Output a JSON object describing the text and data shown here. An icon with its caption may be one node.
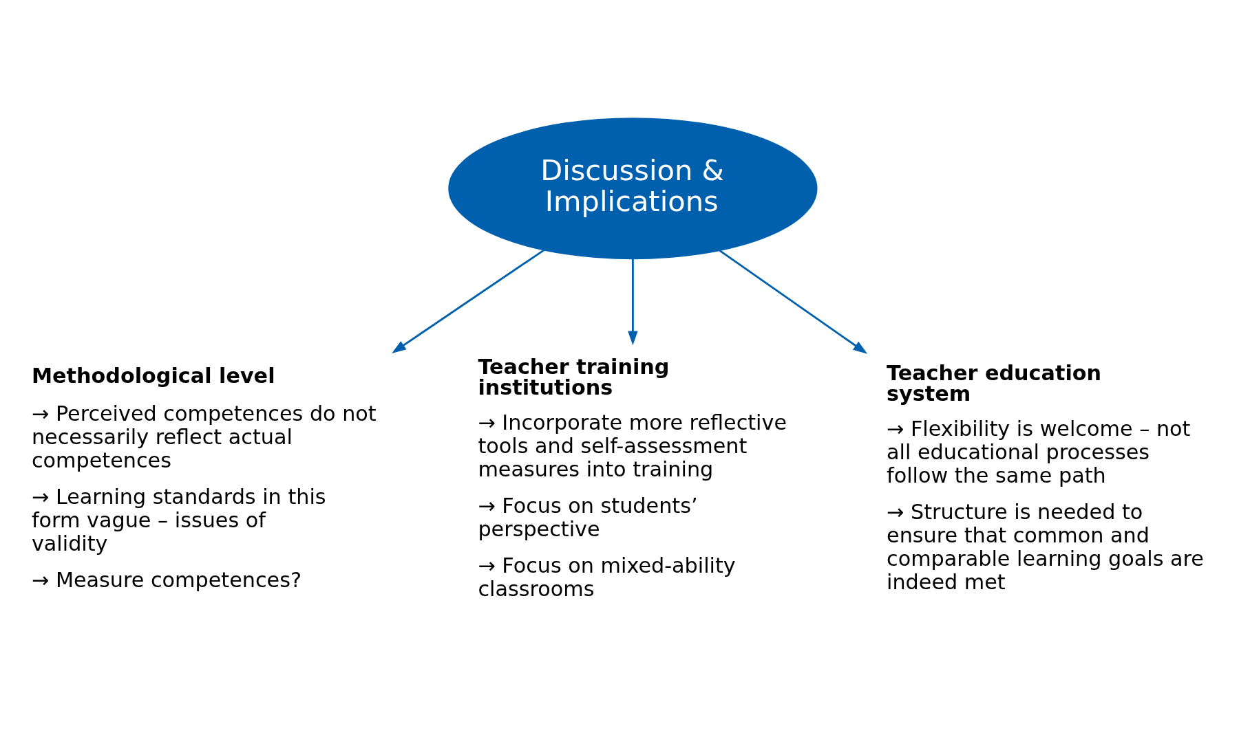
{
  "diagram": {
    "nodes": [
      {
        "text": [
          "Discussion & Implications"
        ]
      },
      {
        "text": [
          "Methodological level",
          "→ Perceived competences do not necessarily reflect actual competences",
          "→ Learning standards in this form vague – issues of validity",
          "→ Measure competences?"
        ]
      },
      {
        "text": [
          "Teacher training institutions",
          "→ Incorporate more reflective tools and self-assessment measures into training",
          "→ Focus on students’ perspective",
          "→ Focus on mixed-ability classrooms"
        ]
      },
      {
        "text": [
          "Teacher education system",
          "→ Flexibility is welcome – not all educational processes follow the same path",
          "→ Structure is needed to ensure that common and comparable learning goals are indeed met"
        ]
      }
    ],
    "edges": [
      {
        "from": 0,
        "to": 1,
        "arrow": "to"
      },
      {
        "from": 0,
        "to": 2,
        "arrow": "to"
      },
      {
        "from": 0,
        "to": 3,
        "arrow": "to"
      }
    ]
  }
}
